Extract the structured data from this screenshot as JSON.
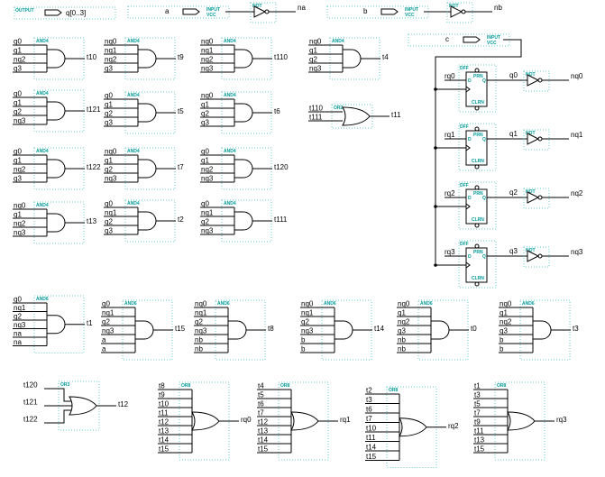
{
  "colors": {
    "wire": "#000000",
    "instance_box": "#66cccc",
    "instance_label": "#009999"
  },
  "pins": {
    "output_q": {
      "type": "OUTPUT",
      "name": "q[0..3]"
    },
    "input_a": {
      "type": "INPUT",
      "name": "a",
      "default": "VCC"
    },
    "input_b": {
      "type": "INPUT",
      "name": "b",
      "default": "VCC"
    },
    "input_c": {
      "type": "INPUT",
      "name": "c",
      "default": "VCC"
    },
    "not_a": {
      "type": "NOT",
      "output": "na"
    },
    "not_b": {
      "type": "NOT",
      "output": "nb"
    }
  },
  "gates": [
    {
      "type": "AND4",
      "inputs": [
        "q0",
        "q1",
        "nq2",
        "q3"
      ],
      "output": "t10"
    },
    {
      "type": "AND4",
      "inputs": [
        "nq0",
        "nq1",
        "nq2",
        "q3"
      ],
      "output": "t9"
    },
    {
      "type": "AND4",
      "inputs": [
        "nq0",
        "nq1",
        "nq2",
        "nq3"
      ],
      "output": "t110"
    },
    {
      "type": "AND4",
      "inputs": [
        "nq0",
        "q1",
        "q2",
        "nq3"
      ],
      "output": "t4"
    },
    {
      "type": "AND4",
      "inputs": [
        "q0",
        "q1",
        "q2",
        "nq3"
      ],
      "output": "t121"
    },
    {
      "type": "AND4",
      "inputs": [
        "q0",
        "q1",
        "q2",
        "q3"
      ],
      "output": "t5"
    },
    {
      "type": "AND4",
      "inputs": [
        "nq0",
        "q1",
        "q2",
        "q3"
      ],
      "output": "t6"
    },
    {
      "type": "OR2",
      "inputs": [
        "t110",
        "t111"
      ],
      "output": "t11"
    },
    {
      "type": "AND4",
      "inputs": [
        "g0",
        "q1",
        "nq2",
        "q3"
      ],
      "output": "t122"
    },
    {
      "type": "AND4",
      "inputs": [
        "nq0",
        "q1",
        "q2",
        "nq3"
      ],
      "output": "t7"
    },
    {
      "type": "AND4",
      "inputs": [
        "q0",
        "q1",
        "nq2",
        "nq3"
      ],
      "output": "t120"
    },
    {
      "type": "AND4",
      "inputs": [
        "nq0",
        "q1",
        "nq2",
        "nq3"
      ],
      "output": "t13"
    },
    {
      "type": "AND4",
      "inputs": [
        "q0",
        "nq1",
        "q2",
        "q3"
      ],
      "output": "t2"
    },
    {
      "type": "AND4",
      "inputs": [
        "q0",
        "nq1",
        "q2",
        "nq3"
      ],
      "output": "t111"
    },
    {
      "type": "AND6",
      "inputs": [
        "q0",
        "nq1",
        "q2",
        "nq3",
        "na",
        "na"
      ],
      "output": "t1"
    },
    {
      "type": "AND6",
      "inputs": [
        "q0",
        "nq1",
        "q2",
        "nq3",
        "a",
        "a"
      ],
      "output": "t15"
    },
    {
      "type": "AND6",
      "inputs": [
        "nq0",
        "nq1",
        "q2",
        "nq3",
        "nb",
        "nb"
      ],
      "output": "t8"
    },
    {
      "type": "AND6",
      "inputs": [
        "nq0",
        "nq1",
        "q2",
        "nq3",
        "b",
        "b"
      ],
      "output": "t14"
    },
    {
      "type": "AND6",
      "inputs": [
        "nq0",
        "q1",
        "nq2",
        "q3",
        "nb",
        "nb"
      ],
      "output": "t0"
    },
    {
      "type": "AND6",
      "inputs": [
        "nq0",
        "q1",
        "nq2",
        "q3",
        "b",
        "b"
      ],
      "output": "t3"
    },
    {
      "type": "OR3",
      "inputs": [
        "t120",
        "t121",
        "t122"
      ],
      "output": "t12"
    },
    {
      "type": "OR8",
      "inputs": [
        "t8",
        "t9",
        "t10",
        "t11",
        "t12",
        "t13",
        "t14",
        "t15"
      ],
      "output": "rq0"
    },
    {
      "type": "OR8",
      "inputs": [
        "t4",
        "t5",
        "t6",
        "t7",
        "t12",
        "t13",
        "t14",
        "t15"
      ],
      "output": "rq1"
    },
    {
      "type": "OR8",
      "inputs": [
        "t2",
        "t3",
        "t6",
        "t7",
        "t10",
        "t11",
        "t14",
        "t15"
      ],
      "output": "rq2"
    },
    {
      "type": "OR8",
      "inputs": [
        "t1",
        "t3",
        "t5",
        "t7",
        "t9",
        "t11",
        "t13",
        "t15"
      ],
      "output": "rq3"
    }
  ],
  "flipflops": [
    {
      "type": "DFF",
      "d": "rq0",
      "q": "q0",
      "nq": "nq0"
    },
    {
      "type": "DFF",
      "d": "rq1",
      "q": "q1",
      "nq": "nq1"
    },
    {
      "type": "DFF",
      "d": "rq2",
      "q": "q2",
      "nq": "nq2"
    },
    {
      "type": "DFF",
      "d": "rq3",
      "q": "q3",
      "nq": "nq3"
    }
  ],
  "dff_pins": {
    "d": "D",
    "prn": "PRN",
    "q": "Q",
    "clrn": "CLRN",
    "not": "NOT"
  }
}
